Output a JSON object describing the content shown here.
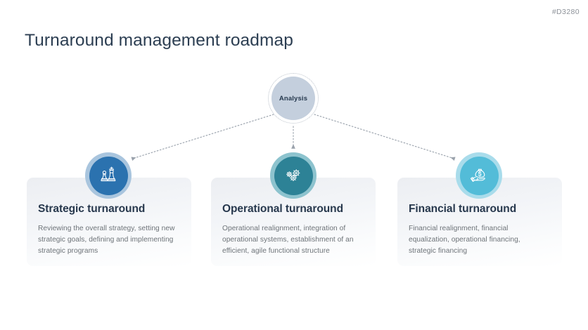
{
  "header": {
    "doc_id": "#D3280",
    "title": "Turnaround management roadmap"
  },
  "hub": {
    "label": "Analysis",
    "fill_color": "#c4cfdd",
    "ring_style": "dotted",
    "ring_color": "#b9c0c9"
  },
  "connectors": [
    {
      "name": "hub-to-strategic",
      "style": "dotted",
      "color": "#9aa2ac",
      "direction": "down-left",
      "arrowhead": true
    },
    {
      "name": "hub-to-operational",
      "style": "dotted",
      "color": "#9aa2ac",
      "direction": "down",
      "arrowhead": true
    },
    {
      "name": "hub-to-financial",
      "style": "dotted",
      "color": "#9aa2ac",
      "direction": "down-right",
      "arrowhead": true
    }
  ],
  "cards": [
    {
      "title": "Strategic turnaround",
      "body": "Reviewing the overall strategy, setting new strategic goals, defining and implementing strategic programs",
      "icon": "chess-pieces-icon",
      "icon_fill": "#2b72af",
      "icon_ring": "#a9c5de"
    },
    {
      "title": "Operational turnaround",
      "body": "Operational realignment, integration of operational systems, establishment of an efficient, agile functional structure",
      "icon": "gears-icon",
      "icon_fill": "#2d8296",
      "icon_ring": "#8dc3ce"
    },
    {
      "title": "Financial turnaround",
      "body": "Financial realignment, financial equalization, operational financing, strategic financing",
      "icon": "hand-money-bag-icon",
      "icon_fill": "#53bcd8",
      "icon_ring": "#a9dceb"
    }
  ],
  "theme": {
    "background": "#ffffff",
    "title_color": "#2c3e52",
    "card_title_color": "#27384d",
    "card_body_color": "#6d7378",
    "doc_id_color": "#8d9299"
  }
}
